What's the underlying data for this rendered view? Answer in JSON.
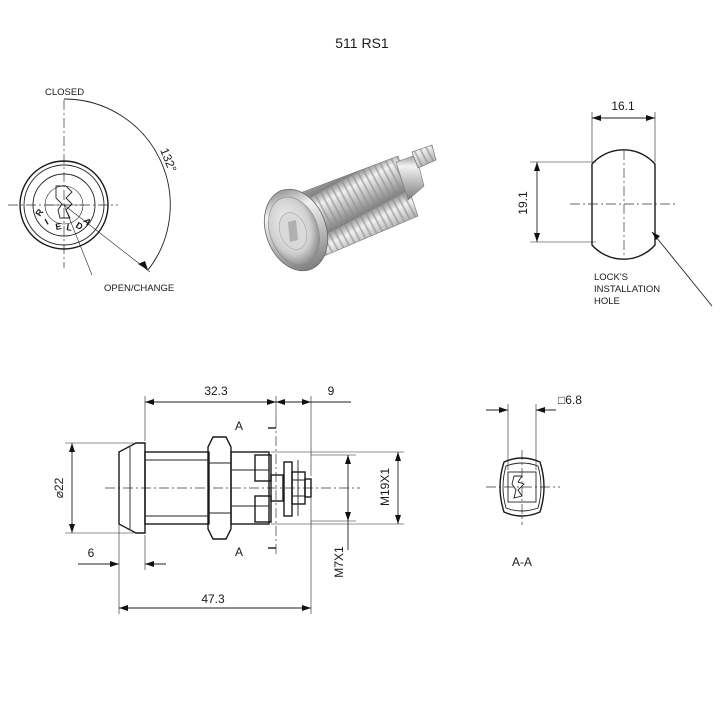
{
  "title": "511 RS1",
  "front_view": {
    "closed_label": "CLOSED",
    "open_label": "OPEN/CHANGE",
    "angle_label": "132°",
    "face_letters": [
      "R",
      "I",
      "E",
      "L",
      "D",
      "A"
    ]
  },
  "hole_view": {
    "width_label": "16.1",
    "height_label": "19.1",
    "callout_lines": [
      "LOCK'S",
      "INSTALLATION",
      "HOLE"
    ]
  },
  "side_view": {
    "length_label": "32.3",
    "cam_label": "9",
    "diameter_label": "⌀22",
    "flange_label": "6",
    "total_label": "47.3",
    "thread_label": "M19X1",
    "screw_label": "M7X1",
    "section_label": "A"
  },
  "section_view": {
    "square_label": "□6.8",
    "caption": "A-A"
  },
  "colors": {
    "line": "#222222",
    "metal_light": "#e8e8e8",
    "metal_dark": "#8a8a8a",
    "background": "#ffffff"
  }
}
